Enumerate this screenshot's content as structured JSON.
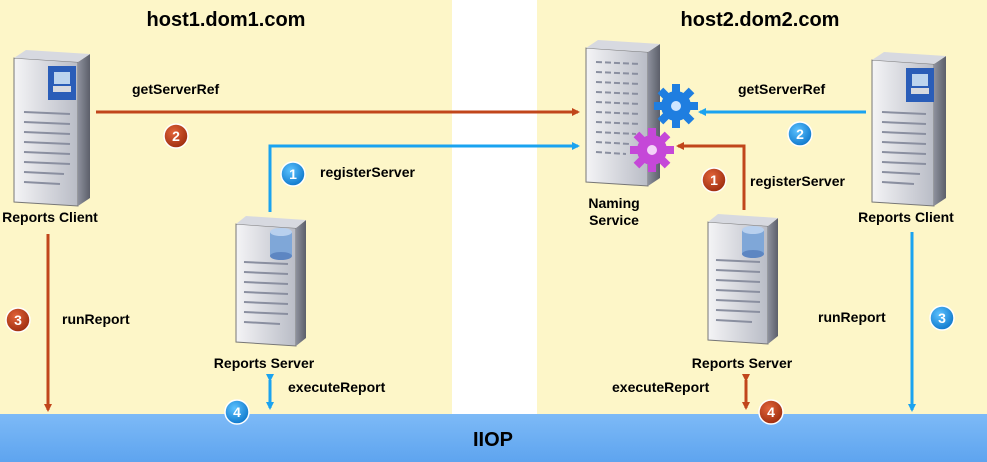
{
  "colors": {
    "panel_bg": "#fdf6c8",
    "gap_bg": "#ffffff",
    "bus": "#6aaef5",
    "blue_arrow": "#1aa3f0",
    "red_arrow": "#c1461b",
    "blue_badge": "#1a8fe0",
    "red_badge": "#c13a18"
  },
  "left_host": {
    "title": "host1.dom1.com",
    "client_label": "Reports Client",
    "server_label": "Reports Server"
  },
  "right_host": {
    "title": "host2.dom2.com",
    "client_label": "Reports Client",
    "server_label": "Reports Server",
    "naming_label_line1": "Naming",
    "naming_label_line2": "Service"
  },
  "bus_label": "IIOP",
  "flows": {
    "left_getServerRef": {
      "step": "2",
      "label": "getServerRef"
    },
    "left_registerServer": {
      "step": "1",
      "label": "registerServer"
    },
    "left_runReport": {
      "step": "3",
      "label": "runReport"
    },
    "left_executeReport": {
      "step": "4",
      "label": "executeReport"
    },
    "right_getServerRef": {
      "step": "2",
      "label": "getServerRef"
    },
    "right_registerServer": {
      "step": "1",
      "label": "registerServer"
    },
    "right_runReport": {
      "step": "3",
      "label": "runReport"
    },
    "right_executeReport": {
      "step": "4",
      "label": "executeReport"
    }
  },
  "icons": {
    "client": "document-with-computer-icon",
    "server": "document-with-database-icon",
    "naming": "document-with-gears-icon"
  }
}
